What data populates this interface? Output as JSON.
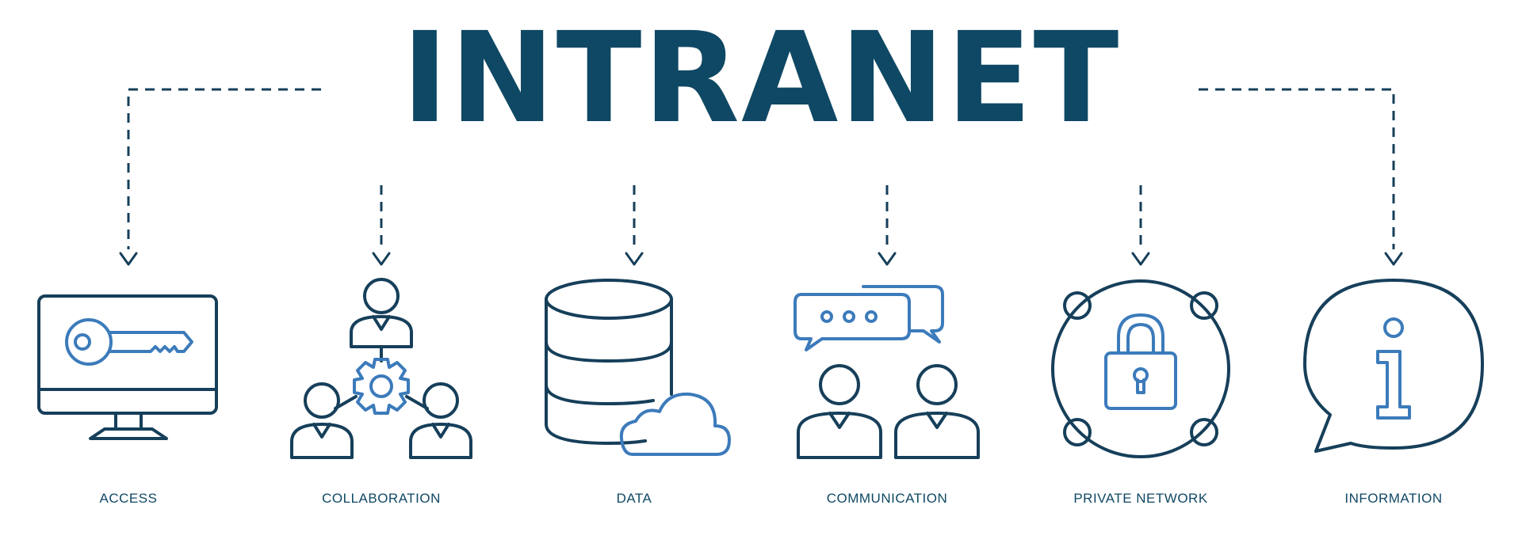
{
  "title": "INTRANET",
  "items": [
    {
      "label": "ACCESS",
      "icon": "monitor-key-icon"
    },
    {
      "label": "COLLABORATION",
      "icon": "team-gear-icon"
    },
    {
      "label": "DATA",
      "icon": "database-cloud-icon"
    },
    {
      "label": "COMMUNICATION",
      "icon": "people-chat-icon"
    },
    {
      "label": "PRIVATE NETWORK",
      "icon": "network-lock-icon"
    },
    {
      "label": "INFORMATION",
      "icon": "info-bubble-icon"
    }
  ],
  "colors": {
    "title": "#0f4864",
    "dark": "#163f5a",
    "accent": "#3c7bbb"
  }
}
